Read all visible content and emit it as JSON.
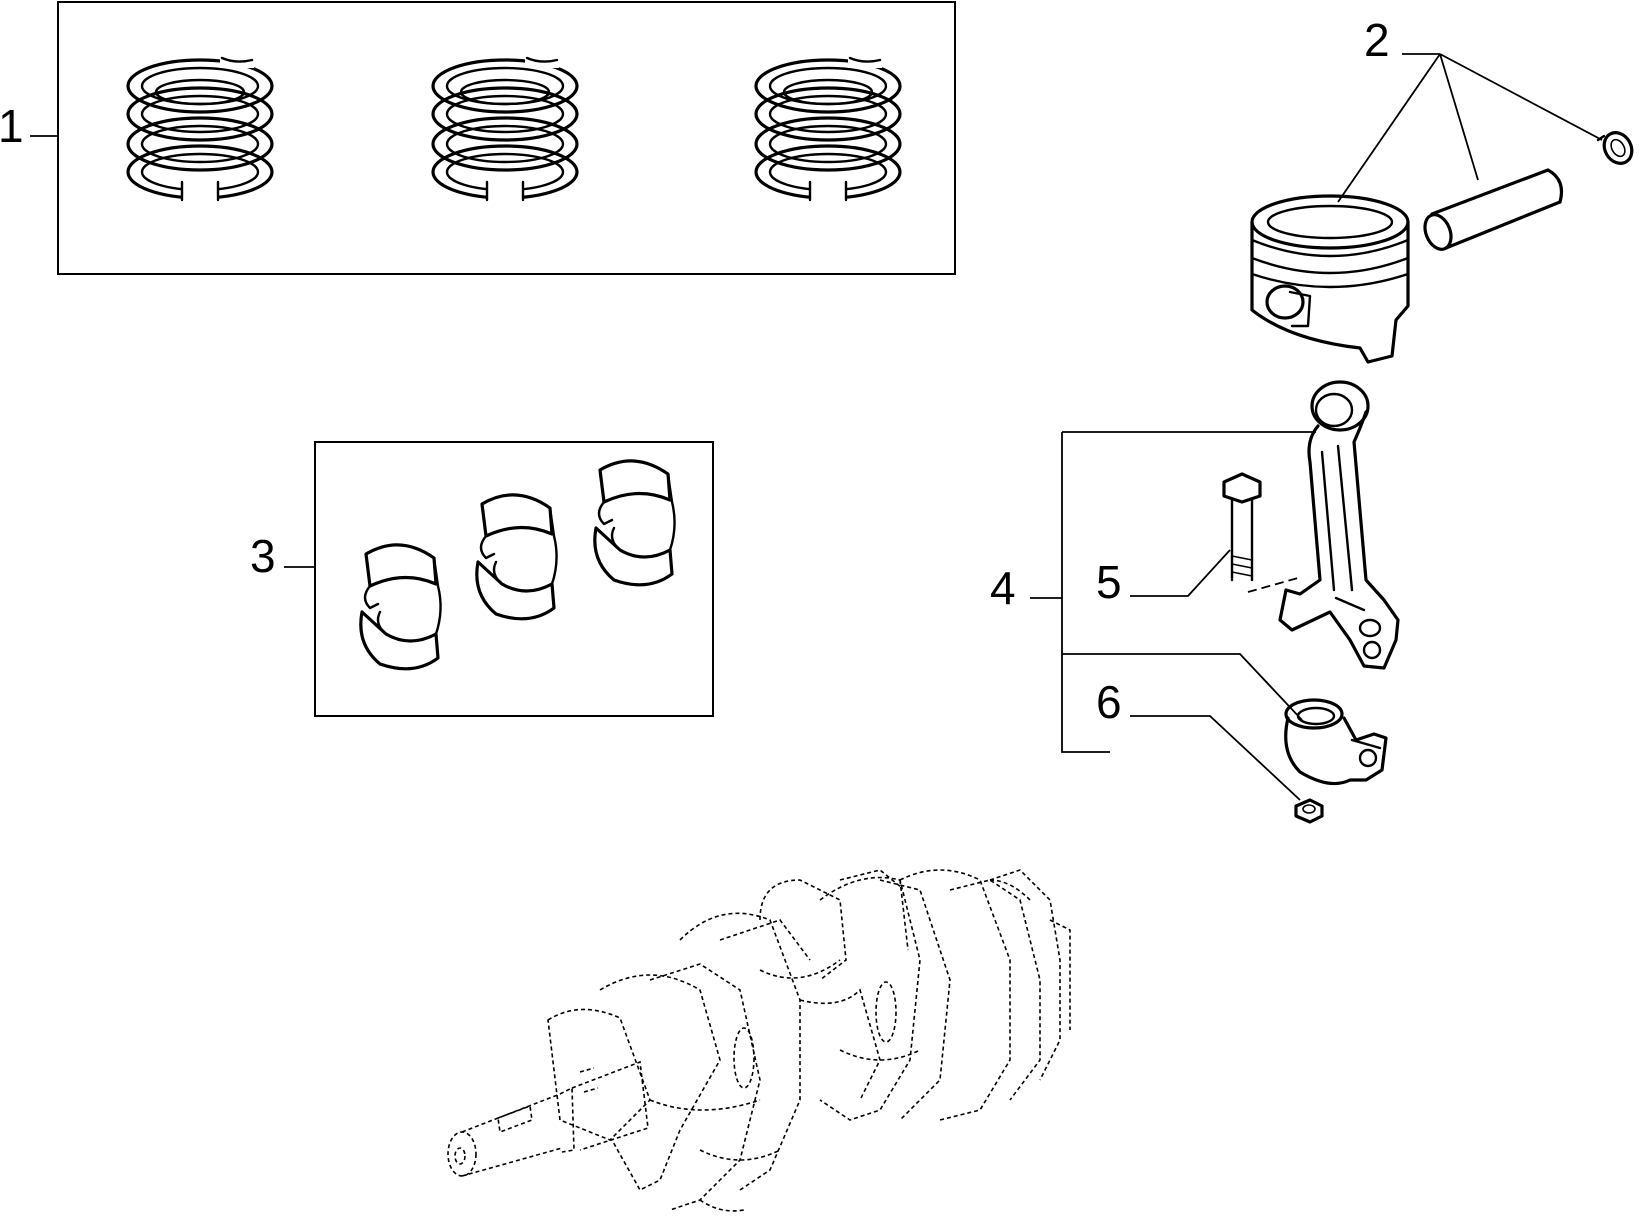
{
  "callouts": [
    {
      "id": "1",
      "text": "1",
      "part": "piston-ring-set"
    },
    {
      "id": "2",
      "text": "2",
      "part": "piston-pin-clip"
    },
    {
      "id": "3",
      "text": "3",
      "part": "bearing-shells"
    },
    {
      "id": "4",
      "text": "4",
      "part": "connecting-rod"
    },
    {
      "id": "5",
      "text": "5",
      "part": "rod-bolt"
    },
    {
      "id": "6",
      "text": "6",
      "part": "rod-nut"
    }
  ],
  "colors": {
    "line": "#000000",
    "background": "#ffffff"
  }
}
